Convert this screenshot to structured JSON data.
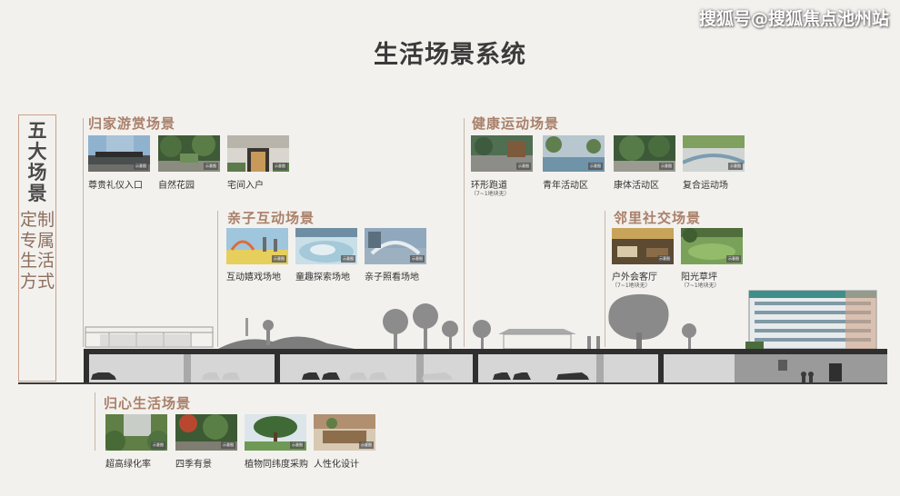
{
  "watermark": "搜狐号@搜狐焦点池州站",
  "title": "生活场景系统",
  "sidebar": {
    "main": "五大场景",
    "sub": "定制专属生活方式"
  },
  "sections": {
    "home": {
      "title": "归家游赏场景",
      "items": [
        "尊贵礼仪入口",
        "自然花园",
        "宅间入户"
      ]
    },
    "family": {
      "title": "亲子互动场景",
      "items": [
        "互动嬉戏场地",
        "童趣探索场地",
        "亲子照看场地"
      ]
    },
    "sports": {
      "title": "健康运动场景",
      "items": [
        "环形跑道",
        "青年活动区",
        "康体活动区",
        "复合运动场"
      ],
      "note": "（7~1地块无）"
    },
    "social": {
      "title": "邻里社交场景",
      "items": [
        "户外会客厅",
        "阳光草坪"
      ],
      "note": "（7~1地块无）"
    },
    "heart": {
      "title": "归心生活场景",
      "items": [
        "超高绿化率",
        "四季有景",
        "植物同纬度采购",
        "人性化设计"
      ]
    }
  },
  "badge_text": "示意图",
  "colors": {
    "accent": "#a9806a",
    "title": "#3a3a3a",
    "bg": "#f3f1ee"
  }
}
